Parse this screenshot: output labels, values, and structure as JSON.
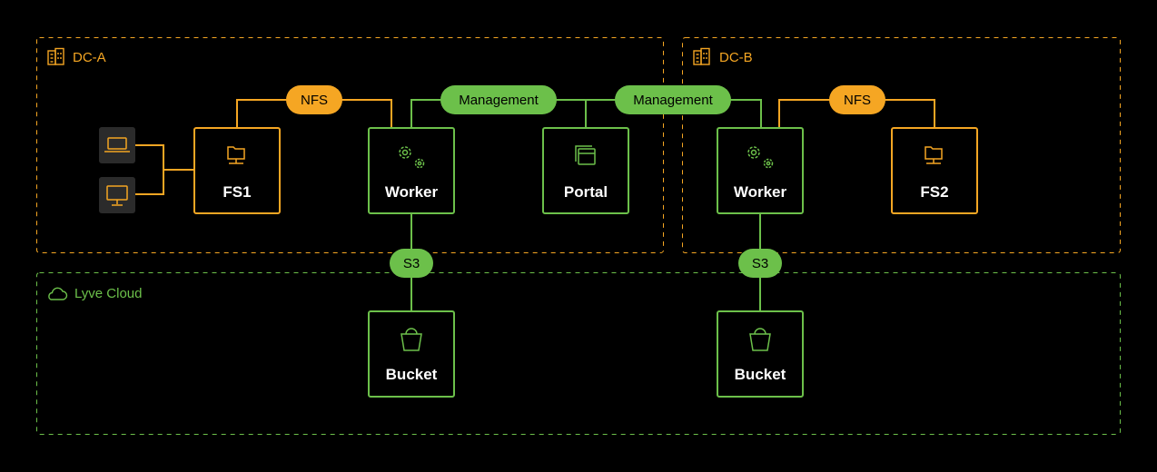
{
  "colors": {
    "background": "#000000",
    "orange": "#f5a623",
    "green": "#6cc04a",
    "pill_text": "#000000",
    "node_text": "#ffffff",
    "device_bg": "#2b2b2b"
  },
  "zones": {
    "dc_a": {
      "label": "DC-A",
      "icon": "building-icon"
    },
    "dc_b": {
      "label": "DC-B",
      "icon": "building-icon"
    },
    "cloud": {
      "label": "Lyve Cloud",
      "icon": "cloud-icon"
    }
  },
  "nodes": {
    "fs1": {
      "label": "FS1",
      "icon": "folder-network-icon"
    },
    "worker_a": {
      "label": "Worker",
      "icon": "gears-icon"
    },
    "portal": {
      "label": "Portal",
      "icon": "browser-windows-icon"
    },
    "worker_b": {
      "label": "Worker",
      "icon": "gears-icon"
    },
    "fs2": {
      "label": "FS2",
      "icon": "folder-network-icon"
    },
    "bucket_a": {
      "label": "Bucket",
      "icon": "bucket-icon"
    },
    "bucket_b": {
      "label": "Bucket",
      "icon": "bucket-icon"
    }
  },
  "devices": [
    {
      "icon": "laptop-icon"
    },
    {
      "icon": "desktop-monitor-icon"
    }
  ],
  "connections": {
    "nfs_a": "NFS",
    "nfs_b": "NFS",
    "management_1": "Management",
    "management_2": "Management",
    "s3_a": "S3",
    "s3_b": "S3"
  }
}
